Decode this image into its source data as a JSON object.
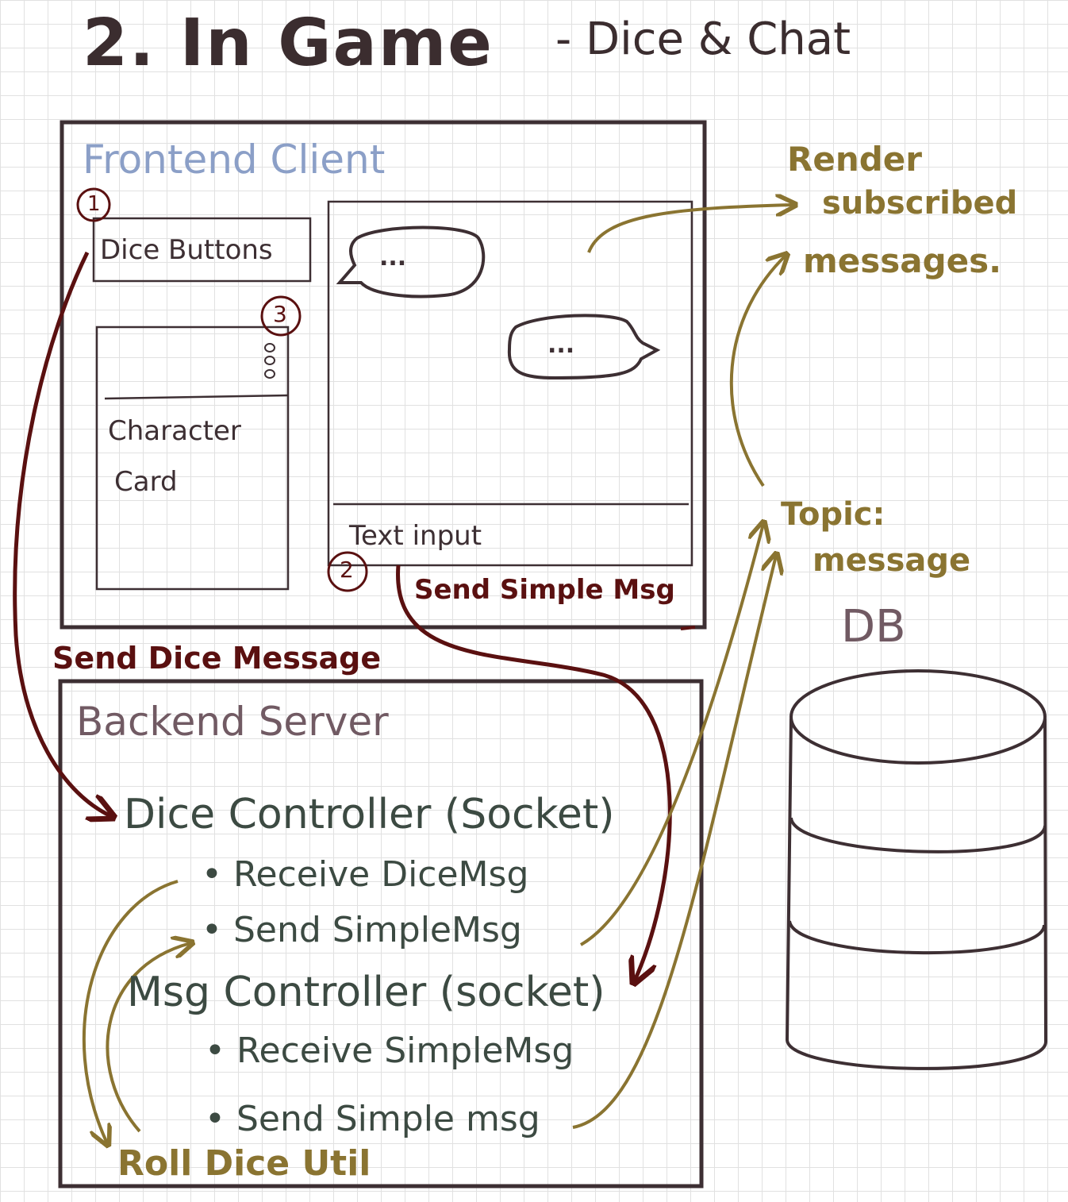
{
  "title": "2. In Game",
  "subtitle": "- Dice & Chat",
  "frontend": {
    "label": "Frontend Client",
    "step1": "1",
    "dice_buttons": "Dice Buttons",
    "step3": "3",
    "character_card_line1": "Character",
    "character_card_line2": "Card",
    "chat_bubble_left": "...",
    "chat_bubble_right": "...",
    "text_input": "Text input",
    "step2": "2"
  },
  "backend": {
    "label": "Backend Server",
    "dice_controller": "Dice Controller (Socket)",
    "dice_receive": "• Receive DiceMsg",
    "dice_send": "• Send SimpleMsg",
    "msg_controller": "Msg Controller (socket)",
    "msg_receive": "• Receive SimpleMsg",
    "msg_send": "• Send Simple msg",
    "roll_util": "Roll Dice Util"
  },
  "flows": {
    "send_dice_message": "Send Dice Message",
    "send_simple_msg": "Send Simple Msg",
    "render_line1": "Render",
    "render_line2": "subscribed",
    "render_line3": "messages.",
    "topic_line1": "Topic:",
    "topic_line2": "message"
  },
  "db": {
    "label": "DB"
  },
  "colors": {
    "ink": "#3d2f33",
    "frontend_label": "#8b9fc7",
    "backend_label": "#715a63",
    "controller_text": "#3c4a42",
    "gold_arrows": "#8a7431",
    "red_arrows": "#5a1010"
  }
}
